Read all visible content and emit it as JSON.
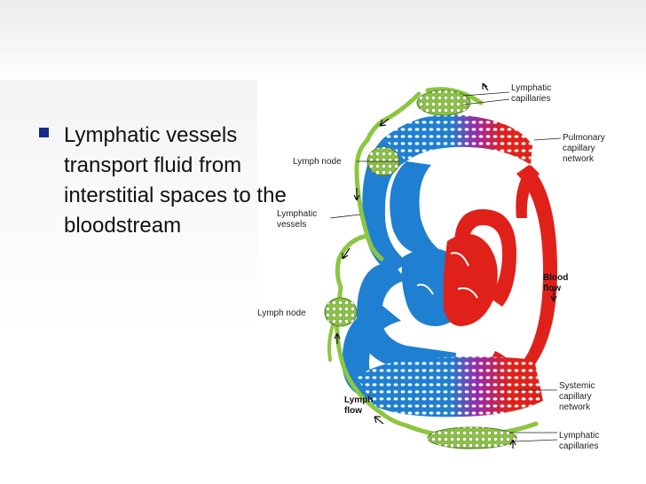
{
  "slide": {
    "bullet_text": "Lymphatic vessels transport fluid from interstitial spaces to the bloodstream"
  },
  "diagram": {
    "labels": {
      "lymphatic_capillaries_top_1": "Lymphatic",
      "lymphatic_capillaries_top_2": "capillaries",
      "lymph_node_top": "Lymph node",
      "pulmonary_1": "Pulmonary",
      "pulmonary_2": "capillary",
      "pulmonary_3": "network",
      "lymphatic_vessels_1": "Lymphatic",
      "lymphatic_vessels_2": "vessels",
      "blood_flow_1": "Blood",
      "blood_flow_2": "flow",
      "lymph_node_bottom": "Lymph node",
      "lymph_flow_1": "Lymph",
      "lymph_flow_2": "flow",
      "systemic_1": "Systemic",
      "systemic_2": "capillary",
      "systemic_3": "network",
      "lymphatic_capillaries_bottom_1": "Lymphatic",
      "lymphatic_capillaries_bottom_2": "capillaries"
    },
    "colors": {
      "lymph": "#8cc63f",
      "lymph_dark": "#4d7a1a",
      "venous": "#1f7fd0",
      "arterial": "#e0211a",
      "mixed": "#9b2aa8",
      "bullet": "#1b2a8a"
    }
  }
}
